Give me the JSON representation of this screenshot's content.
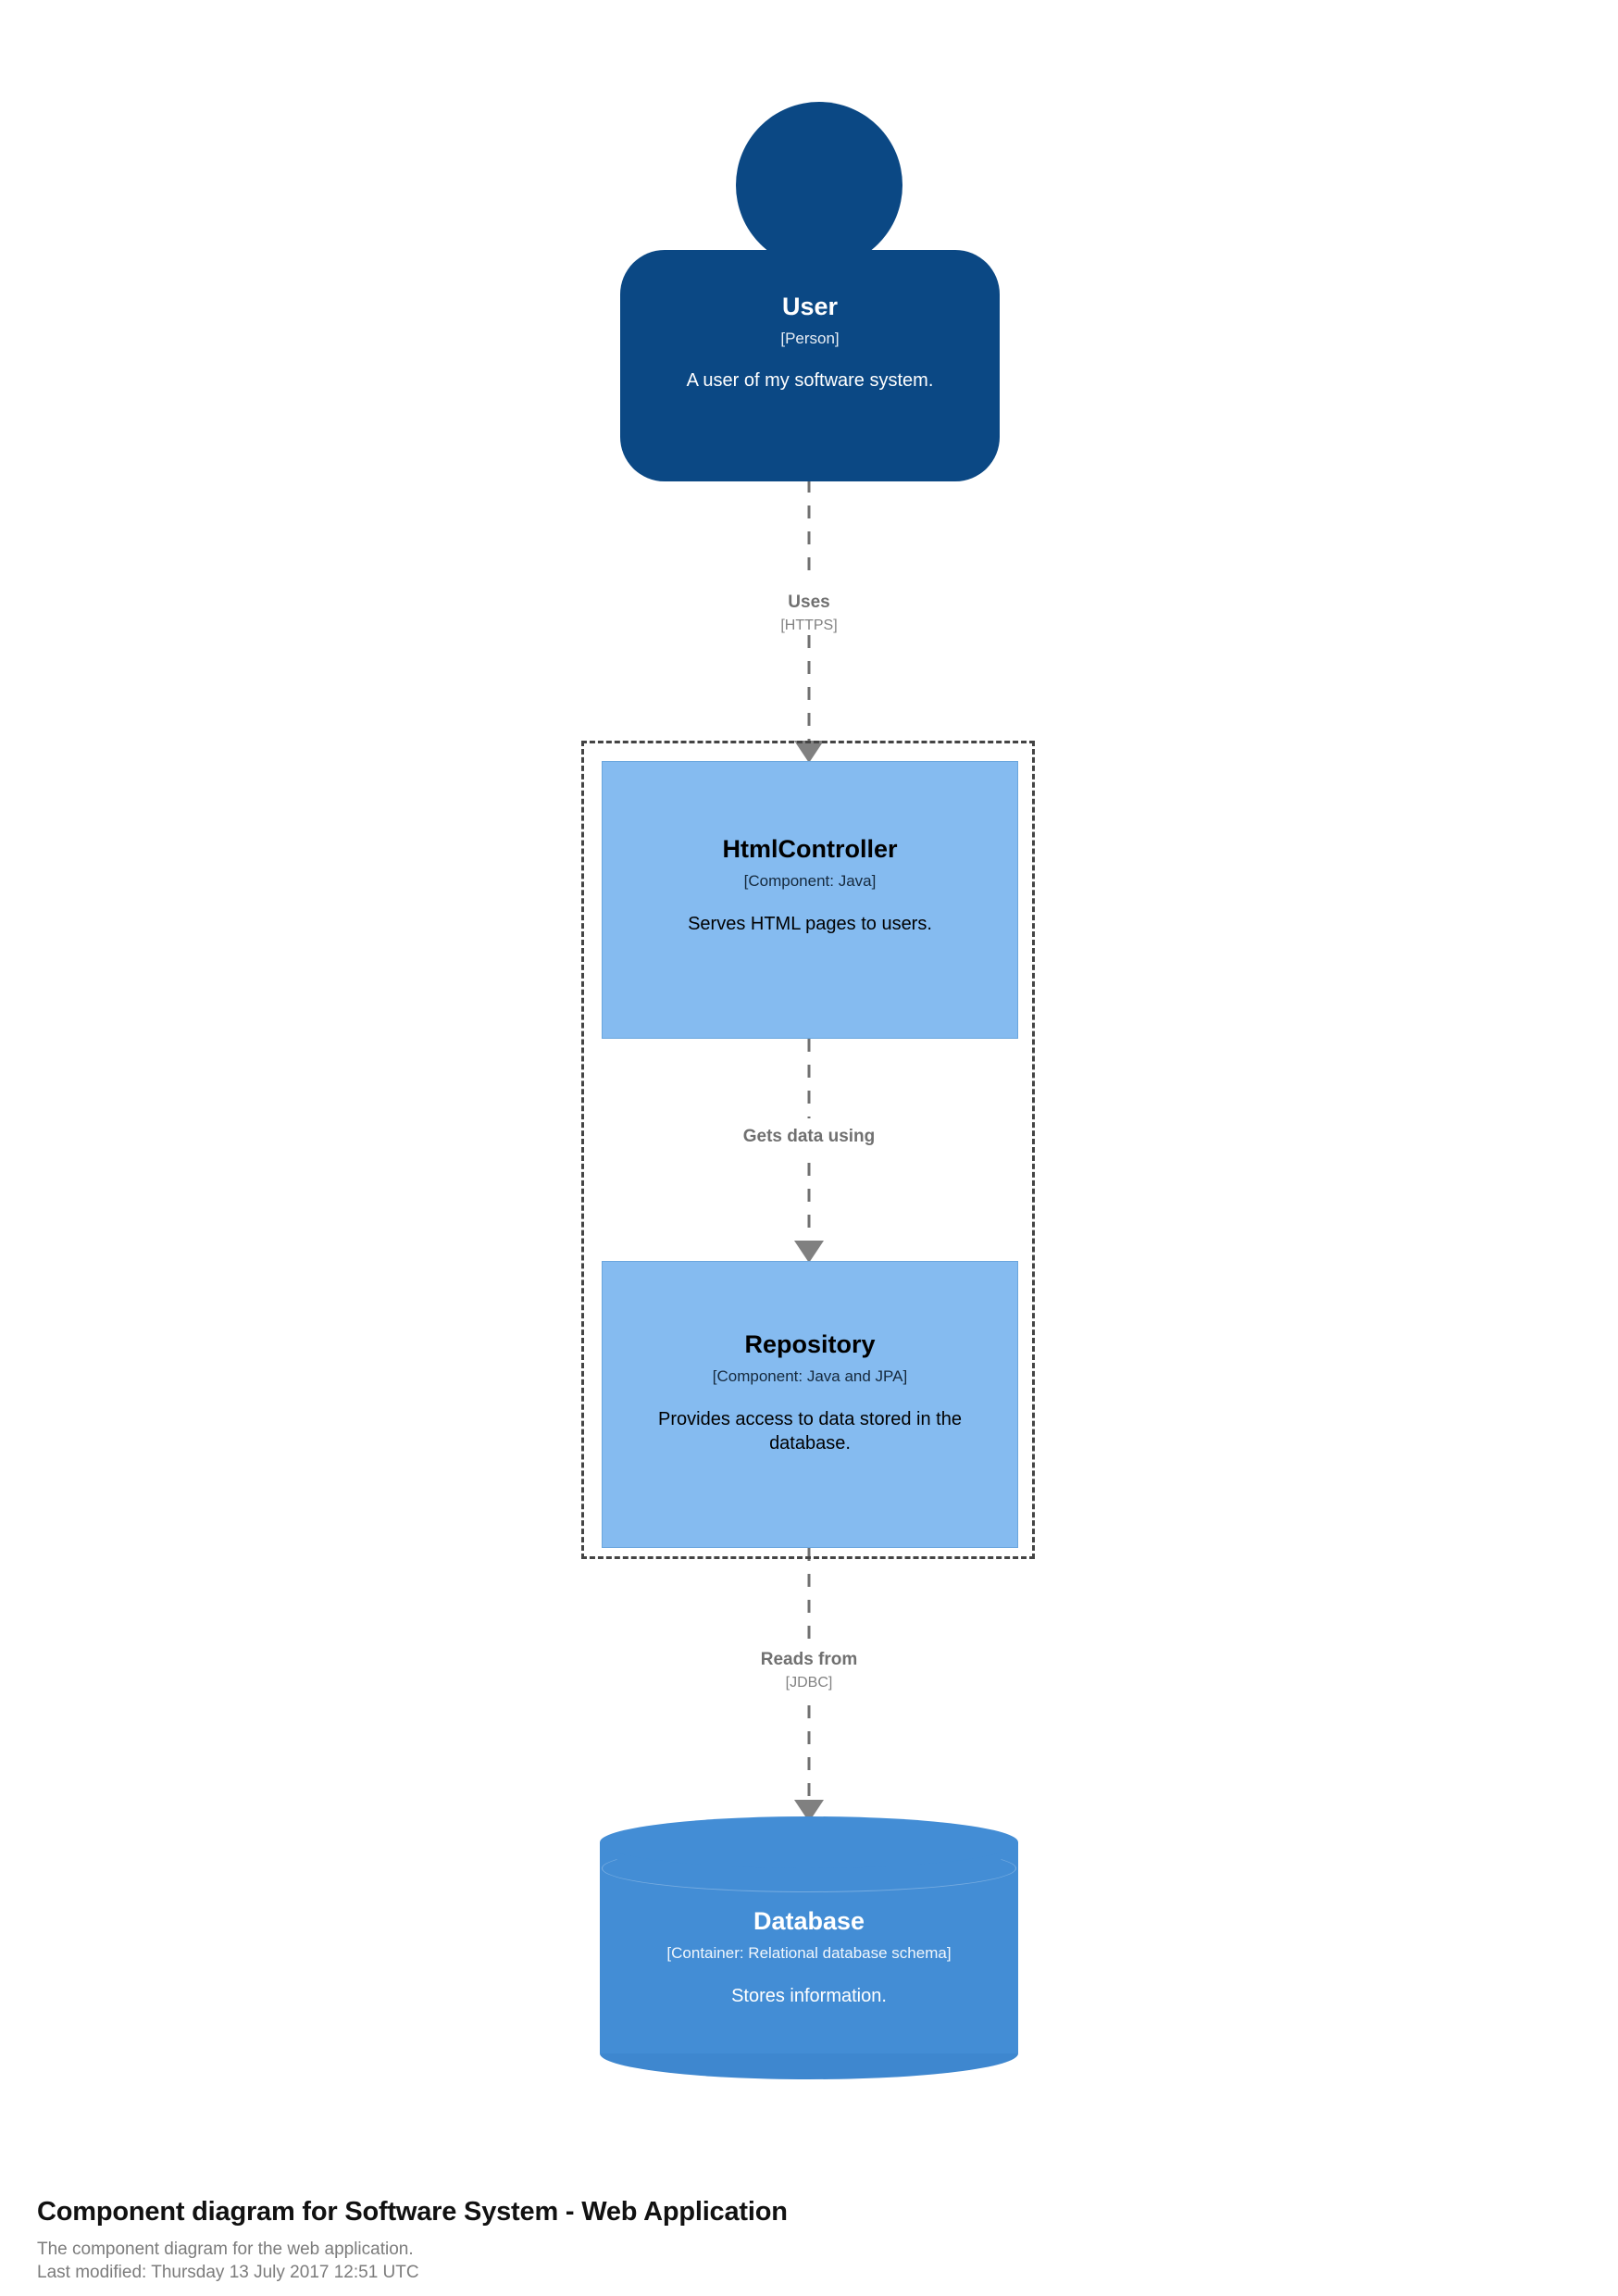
{
  "diagram": {
    "type": "c4-component-diagram",
    "background_color": "#ffffff",
    "nodes": [
      {
        "id": "user",
        "shape": "person",
        "name": "User",
        "meta": "[Person]",
        "description": "A user of my software system.",
        "fill_color": "#0b4884",
        "text_color": "#ffffff"
      },
      {
        "id": "htmlcontroller",
        "shape": "box",
        "name": "HtmlController",
        "meta": "[Component: Java]",
        "description": "Serves HTML pages to users.",
        "fill_color": "#85bbf0",
        "text_color": "#000000"
      },
      {
        "id": "repository",
        "shape": "box",
        "name": "Repository",
        "meta": "[Component: Java and JPA]",
        "description": "Provides access to data stored in the database.",
        "fill_color": "#85bbf0",
        "text_color": "#000000"
      },
      {
        "id": "database",
        "shape": "cylinder",
        "name": "Database",
        "meta": "[Container: Relational database schema]",
        "description": "Stores information.",
        "fill_color": "#438dd5",
        "text_color": "#ffffff"
      }
    ],
    "boundary": {
      "style": "dashed",
      "color": "#444444"
    },
    "relationships": [
      {
        "id": "user-to-htmlcontroller",
        "source": "user",
        "target": "htmlcontroller",
        "description": "Uses",
        "technology": "[HTTPS]",
        "line_style": "dashed",
        "color": "#707070"
      },
      {
        "id": "htmlcontroller-to-repository",
        "source": "htmlcontroller",
        "target": "repository",
        "description": "Gets data using",
        "technology": "",
        "line_style": "dashed",
        "color": "#707070"
      },
      {
        "id": "repository-to-database",
        "source": "repository",
        "target": "database",
        "description": "Reads from",
        "technology": "[JDBC]",
        "line_style": "dashed",
        "color": "#707070"
      }
    ]
  },
  "caption": {
    "title": "Component diagram for Software System - Web Application",
    "subtitle": "The component diagram for the web application.",
    "last_modified": "Last modified: Thursday 13 July 2017 12:51 UTC"
  }
}
